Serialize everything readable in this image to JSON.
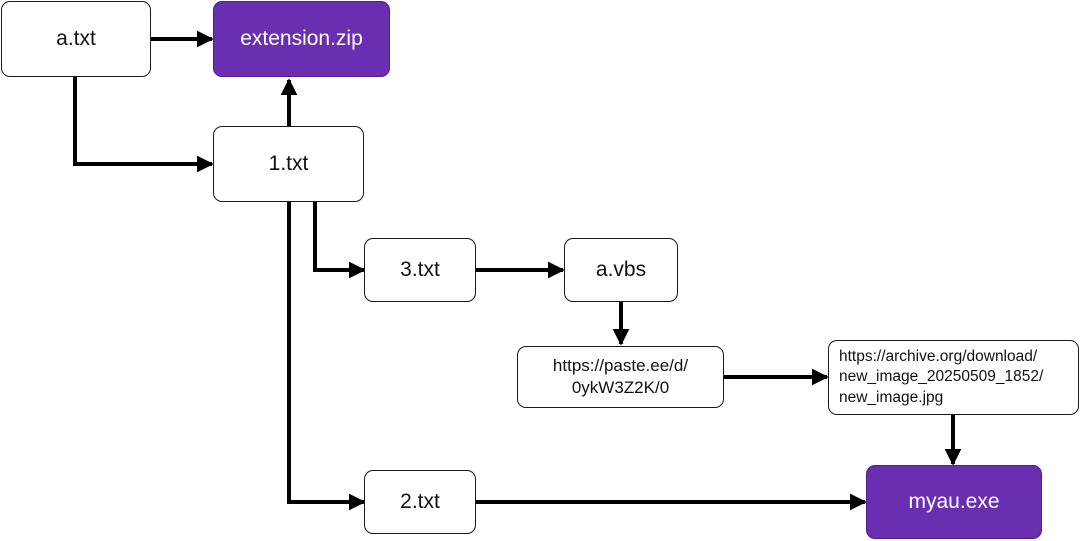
{
  "diagram": {
    "colors": {
      "highlight_fill": "#6a2fb0",
      "line": "#000000"
    },
    "nodes": {
      "a_txt": "a.txt",
      "extension_zip": "extension.zip",
      "one_txt": "1.txt",
      "three_txt": "3.txt",
      "a_vbs": "a.vbs",
      "paste_url": "https://paste.ee/d/\n0ykW3Z2K/0",
      "archive_url": "https://archive.org/download/\nnew_image_20250509_1852/\nnew_image.jpg",
      "two_txt": "2.txt",
      "myau_exe": "myau.exe"
    },
    "edges": [
      {
        "from": "a.txt",
        "to": "extension.zip"
      },
      {
        "from": "a.txt",
        "to": "1.txt"
      },
      {
        "from": "1.txt",
        "to": "extension.zip"
      },
      {
        "from": "1.txt",
        "to": "3.txt"
      },
      {
        "from": "1.txt",
        "to": "2.txt"
      },
      {
        "from": "3.txt",
        "to": "a.vbs"
      },
      {
        "from": "a.vbs",
        "to": "https://paste.ee/d/0ykW3Z2K/0"
      },
      {
        "from": "https://paste.ee/d/0ykW3Z2K/0",
        "to": "https://archive.org/download/new_image_20250509_1852/new_image.jpg"
      },
      {
        "from": "https://archive.org/download/new_image_20250509_1852/new_image.jpg",
        "to": "myau.exe"
      },
      {
        "from": "2.txt",
        "to": "myau.exe"
      }
    ]
  }
}
